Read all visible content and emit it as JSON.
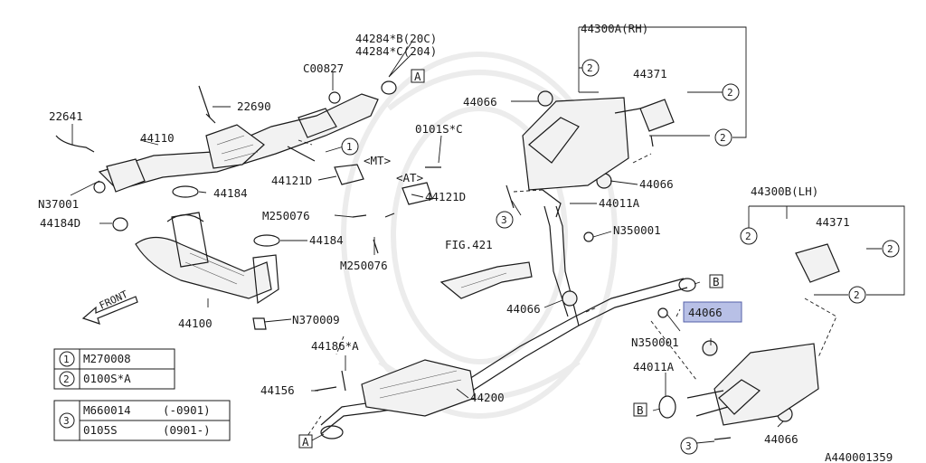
{
  "figure_id": "A440001359",
  "highlighted_part": "44066",
  "labels": {
    "p44284b": "44284*B(20C)",
    "p44284c": "44284*C(204)",
    "pC00827": "C00827",
    "pA_top": "A",
    "p22690": "22690",
    "p22641": "22641",
    "p44110": "44110",
    "pN37001": "N37001",
    "p44184_a": "44184",
    "p44184D": "44184D",
    "p44184_b": "44184",
    "p44100": "44100",
    "pFRONT": "FRONT",
    "pN370009": "N370009",
    "p44121D_a": "44121D",
    "p44121D_b": "44121D",
    "pMT": "<MT>",
    "pAT": "<AT>",
    "p0101S": "0101S*C",
    "pM250076_a": "M250076",
    "pM250076_b": "M250076",
    "pFIG421": "FIG.421",
    "p44066_a": "44066",
    "p44300A": "44300A(RH)",
    "p44371_a": "44371",
    "p44066_b": "44066",
    "p44011A_a": "44011A",
    "pN350001_a": "N350001",
    "p44066_c": "44066",
    "p44300B": "44300B(LH)",
    "p44371_b": "44371",
    "pB_a": "B",
    "p44066_hl": "44066",
    "pN350001_b": "N350001",
    "p44011A_b": "44011A",
    "pB_b": "B",
    "p44066_d": "44066",
    "p44186": "44186*A",
    "p44156": "44156",
    "p44200": "44200",
    "pA_bottom": "A",
    "c1": "1",
    "c2": "2",
    "c3": "3"
  },
  "legend": {
    "rows": [
      {
        "num": "1",
        "part": "M270008",
        "range": ""
      },
      {
        "num": "2",
        "part": "0100S*A",
        "range": ""
      }
    ],
    "row3": {
      "num": "3",
      "part_a": "M660014",
      "range_a": "(-0901)",
      "part_b": "0105S",
      "range_b": "(0901-)"
    }
  }
}
